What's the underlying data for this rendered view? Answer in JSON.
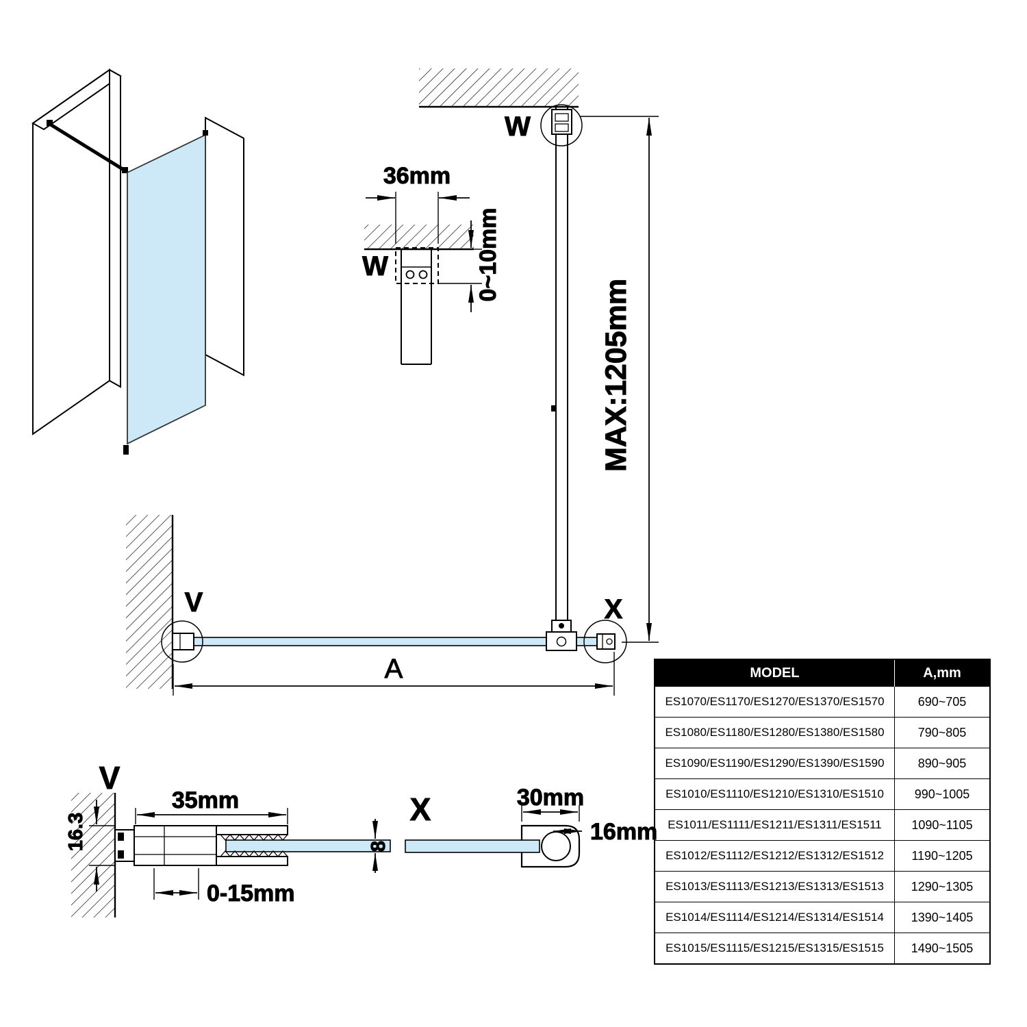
{
  "labels": {
    "w_main": "W",
    "w_detail": "W",
    "v_main": "V",
    "v_detail": "V",
    "x_main": "X",
    "x_detail": "X",
    "a": "A"
  },
  "dims": {
    "bracket_width": "36mm",
    "ceiling_adjust": "0~10mm",
    "max_height": "MAX:1205mm",
    "profile_width": "35mm",
    "profile_depth": "16.3",
    "profile_adjust": "0-15mm",
    "glass_thickness": "8",
    "clamp_width": "30mm",
    "clamp_depth": "16mm"
  },
  "table": {
    "headers": {
      "model": "MODEL",
      "a": "A,mm"
    },
    "rows": [
      {
        "model": "ES1070/ES1170/ES1270/ES1370/ES1570",
        "a": "690~705"
      },
      {
        "model": "ES1080/ES1180/ES1280/ES1380/ES1580",
        "a": "790~805"
      },
      {
        "model": "ES1090/ES1190/ES1290/ES1390/ES1590",
        "a": "890~905"
      },
      {
        "model": "ES1010/ES1110/ES1210/ES1310/ES1510",
        "a": "990~1005"
      },
      {
        "model": "ES1011/ES1111/ES1211/ES1311/ES1511",
        "a": "1090~1105"
      },
      {
        "model": "ES1012/ES1112/ES1212/ES1312/ES1512",
        "a": "1190~1205"
      },
      {
        "model": "ES1013/ES1113/ES1213/ES1313/ES1513",
        "a": "1290~1305"
      },
      {
        "model": "ES1014/ES1114/ES1214/ES1314/ES1514",
        "a": "1390~1405"
      },
      {
        "model": "ES1015/ES1115/ES1215/ES1315/ES1515",
        "a": "1490~1505"
      }
    ]
  },
  "colors": {
    "glass": "#cde9f7",
    "line": "#000000",
    "table_header_bg": "#000000",
    "table_header_text": "#ffffff"
  }
}
